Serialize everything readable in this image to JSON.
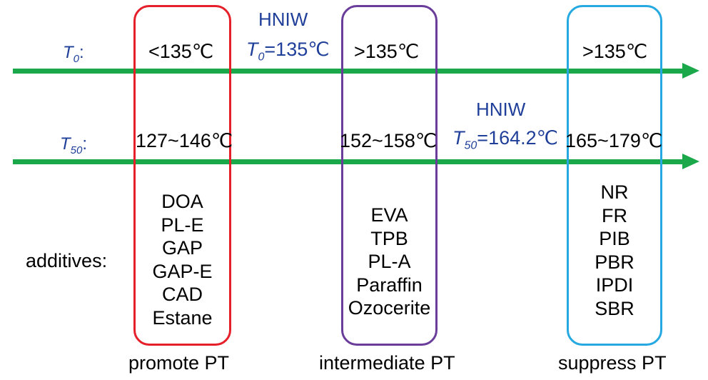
{
  "colors": {
    "arrow": "#1aa84a",
    "promote_box": "#e5202a",
    "intermediate_box": "#6a3d9a",
    "suppress_box": "#25a9e0",
    "hniw_text": "#1f3f99"
  },
  "rows": {
    "t0": {
      "symbol": "T",
      "sub": "0",
      "suffix": ":"
    },
    "t50": {
      "symbol": "T",
      "sub": "50",
      "suffix": ":"
    },
    "additives_label": "additives:"
  },
  "hniw": {
    "t0_name": "HNIW",
    "t0_symbol": "T",
    "t0_sub": "0",
    "t0_value": "=135℃",
    "t50_name": "HNIW",
    "t50_symbol": "T",
    "t50_sub": "50",
    "t50_value": "=164.2℃"
  },
  "groups": {
    "promote": {
      "t0": "<135℃",
      "t50": "127~146℃",
      "additives": [
        "DOA",
        "PL-E",
        "GAP",
        "GAP-E",
        "CAD",
        "Estane"
      ],
      "caption": "promote PT"
    },
    "intermediate": {
      "t0": ">135℃",
      "t50": "152~158℃",
      "additives": [
        "EVA",
        "TPB",
        "PL-A",
        "Paraffin",
        "Ozocerite"
      ],
      "caption": "intermediate PT"
    },
    "suppress": {
      "t0": ">135℃",
      "t50": "165~179℃",
      "additives": [
        "NR",
        "FR",
        "PIB",
        "PBR",
        "IPDI",
        "SBR"
      ],
      "caption": "suppress PT"
    }
  }
}
